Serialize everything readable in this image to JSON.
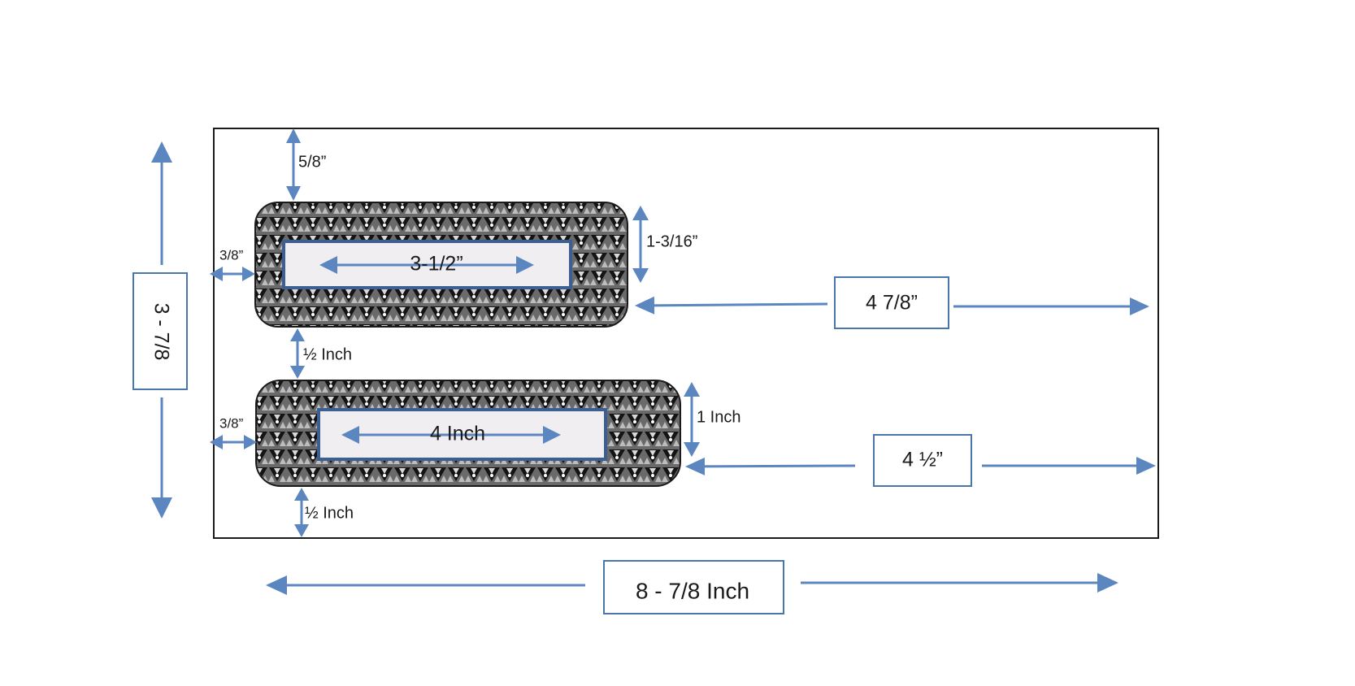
{
  "labels": {
    "height_total": "3 - 7/8",
    "width_total": "8 - 7/8 Inch",
    "top_gap": "5/8”",
    "left_gap_top": "3/8”",
    "left_gap_bottom": "3/8”",
    "window1_length": "3-1/2”",
    "window1_height": "1-3/16”",
    "window1_right_offset": "4 7/8”",
    "between_gap": "½ Inch",
    "window2_length": "4 Inch",
    "window2_height": "1 Inch",
    "window2_right_offset": "4 ½”",
    "bottom_gap": "½ Inch"
  },
  "colors": {
    "arrow": "#5b86c0",
    "border": "#1a1a1a",
    "box_border": "#4a76b0",
    "pattern_bg": "#6a6a6a",
    "pattern_dark": "#141414",
    "pattern_light": "#d9d9d9",
    "inner_fill": "#f1eef2",
    "inner_border": "#3b5f93"
  }
}
